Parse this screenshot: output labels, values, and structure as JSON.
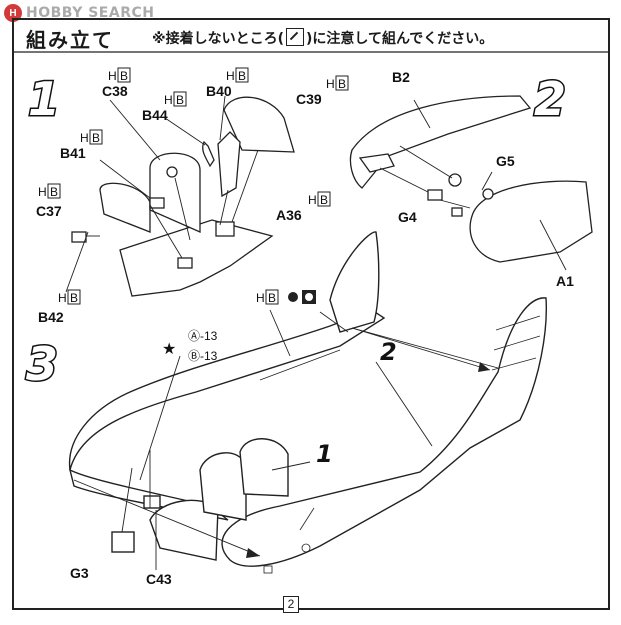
{
  "watermark": {
    "logo_text": "H",
    "text": "HOBBY SEARCH"
  },
  "header": {
    "title": "組み立て",
    "note_prefix": "※接着しないところ(",
    "note_suffix": ")に注意して組んでください。"
  },
  "steps": [
    "1",
    "2",
    "3"
  ],
  "sub_refs": {
    "one": "1",
    "two": "2"
  },
  "parts": {
    "C38": "C38",
    "B40": "B40",
    "C39": "C39",
    "B44": "B44",
    "B41": "B41",
    "C37": "C37",
    "A36": "A36",
    "B42": "B42",
    "B2": "B2",
    "G5": "G5",
    "G4": "G4",
    "A1": "A1",
    "G3": "G3",
    "C43": "C43"
  },
  "hb": {
    "h": "H",
    "b": "B"
  },
  "markers": {
    "a13": "Ⓐ-13",
    "b13": "Ⓑ-13"
  },
  "page_number": "2"
}
